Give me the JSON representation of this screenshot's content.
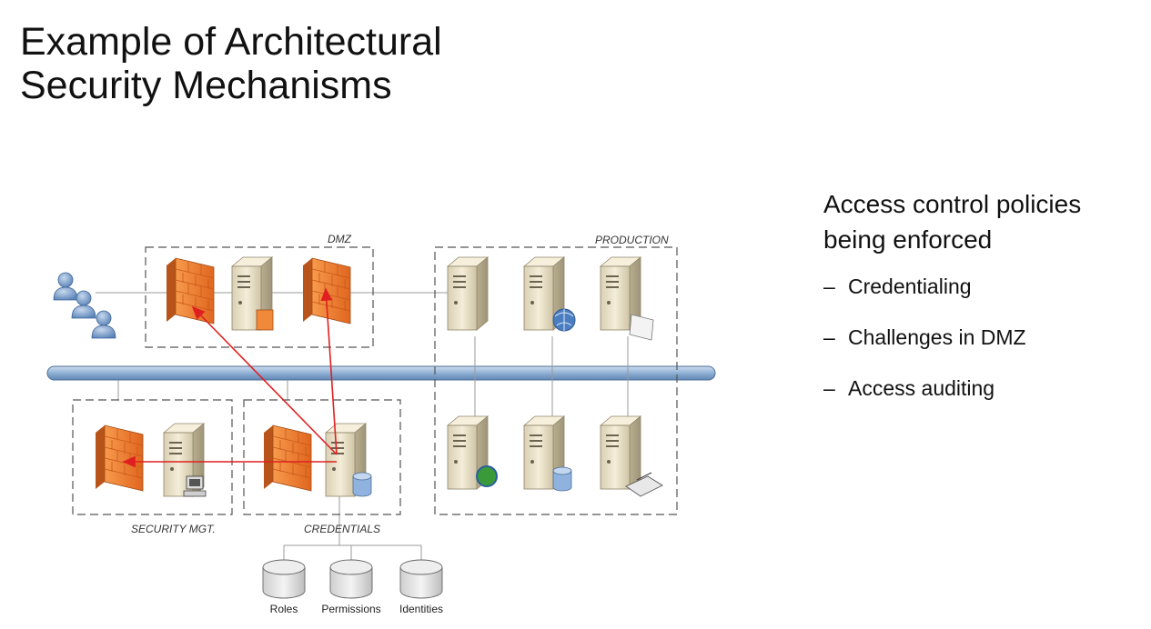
{
  "title_line1": "Example of Architectural",
  "title_line2": "Security Mechanisms",
  "diagram": {
    "zones": {
      "dmz": "DMZ",
      "production": "PRODUCTION",
      "security_mgt": "SECURITY MGT.",
      "credentials": "CREDENTIALS"
    },
    "stores": [
      "Roles",
      "Permissions",
      "Identities"
    ],
    "colors": {
      "firewall": "#f07a2a",
      "bus": "#9bb8d8",
      "arrow": "#e02020",
      "server": "#efe6cd"
    }
  },
  "bullets": {
    "main": "Access control policies being enforced",
    "items": [
      "Credentialing",
      "Challenges in DMZ",
      "Access auditing"
    ]
  }
}
